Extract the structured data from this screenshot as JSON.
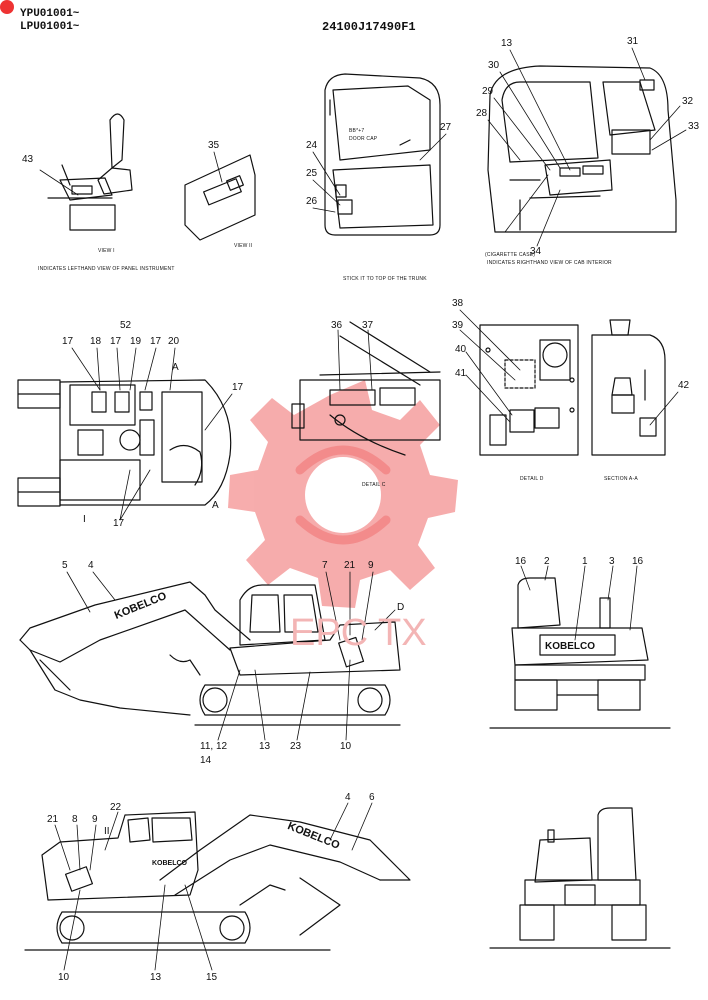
{
  "header": {
    "serial_1": "YPU01001~",
    "serial_2": "LPU01001~",
    "drawing_no": "24100J17490F1"
  },
  "captions": {
    "view_i": "VIEW I",
    "view_i_note": "INDICATES LEFTHAND VIEW OF PANEL INSTRUMENT",
    "view_ii": "VIEW II",
    "stick_note": "STICK IT TO TOP OF THE TRUNK",
    "cigarette": "(CIGARETTE CASE)",
    "view_ii_note": "INDICATES RIGHTHAND VIEW OF CAB INTERIOR",
    "detail_c": "DETAIL C",
    "detail_d": "DETAIL D",
    "section_aa": "SECTION A-A",
    "door_text_1": "BB*+7",
    "door_text_2": "DOOR CAP"
  },
  "brand": {
    "boom_logo": "KOBELCO",
    "watermark": "EPC TX"
  },
  "colors": {
    "watermark": "#f06a6a",
    "line": "#111111",
    "accent": "#e33333"
  },
  "callouts": [
    {
      "id": "c43",
      "text": "43"
    },
    {
      "id": "c35",
      "text": "35"
    },
    {
      "id": "c24",
      "text": "24"
    },
    {
      "id": "c25",
      "text": "25"
    },
    {
      "id": "c26",
      "text": "26"
    },
    {
      "id": "c27",
      "text": "27"
    },
    {
      "id": "c13a",
      "text": "13"
    },
    {
      "id": "c31",
      "text": "31"
    },
    {
      "id": "c30",
      "text": "30"
    },
    {
      "id": "c29",
      "text": "29"
    },
    {
      "id": "c28",
      "text": "28"
    },
    {
      "id": "c32",
      "text": "32"
    },
    {
      "id": "c33",
      "text": "33"
    },
    {
      "id": "c34",
      "text": "34"
    },
    {
      "id": "c52",
      "text": "52"
    },
    {
      "id": "c17a",
      "text": "17"
    },
    {
      "id": "c18",
      "text": "18"
    },
    {
      "id": "c17b",
      "text": "17"
    },
    {
      "id": "c19",
      "text": "19"
    },
    {
      "id": "c17c",
      "text": "17"
    },
    {
      "id": "c20",
      "text": "20"
    },
    {
      "id": "cA",
      "text": "A"
    },
    {
      "id": "c17d",
      "text": "17"
    },
    {
      "id": "c17e",
      "text": "17"
    },
    {
      "id": "cI",
      "text": "I"
    },
    {
      "id": "cA2",
      "text": "A"
    },
    {
      "id": "c36",
      "text": "36"
    },
    {
      "id": "c37",
      "text": "37"
    },
    {
      "id": "c38",
      "text": "38"
    },
    {
      "id": "c39",
      "text": "39"
    },
    {
      "id": "c40",
      "text": "40"
    },
    {
      "id": "c41",
      "text": "41"
    },
    {
      "id": "c42",
      "text": "42"
    },
    {
      "id": "c5",
      "text": "5"
    },
    {
      "id": "c4a",
      "text": "4"
    },
    {
      "id": "c7",
      "text": "7"
    },
    {
      "id": "c21a",
      "text": "21"
    },
    {
      "id": "c9a",
      "text": "9"
    },
    {
      "id": "cD",
      "text": "D"
    },
    {
      "id": "c11_12",
      "text": "11, 12"
    },
    {
      "id": "c14",
      "text": "14"
    },
    {
      "id": "c13b",
      "text": "13"
    },
    {
      "id": "c23",
      "text": "23"
    },
    {
      "id": "c10a",
      "text": "10"
    },
    {
      "id": "c16a",
      "text": "16"
    },
    {
      "id": "c2",
      "text": "2"
    },
    {
      "id": "c1",
      "text": "1"
    },
    {
      "id": "c3",
      "text": "3"
    },
    {
      "id": "c16b",
      "text": "16"
    },
    {
      "id": "c22",
      "text": "22"
    },
    {
      "id": "c21b",
      "text": "21"
    },
    {
      "id": "c8",
      "text": "8"
    },
    {
      "id": "c9b",
      "text": "9"
    },
    {
      "id": "cII",
      "text": "II"
    },
    {
      "id": "c4b",
      "text": "4"
    },
    {
      "id": "c6",
      "text": "6"
    },
    {
      "id": "c10b",
      "text": "10"
    },
    {
      "id": "c13c",
      "text": "13"
    },
    {
      "id": "c15",
      "text": "15"
    }
  ]
}
